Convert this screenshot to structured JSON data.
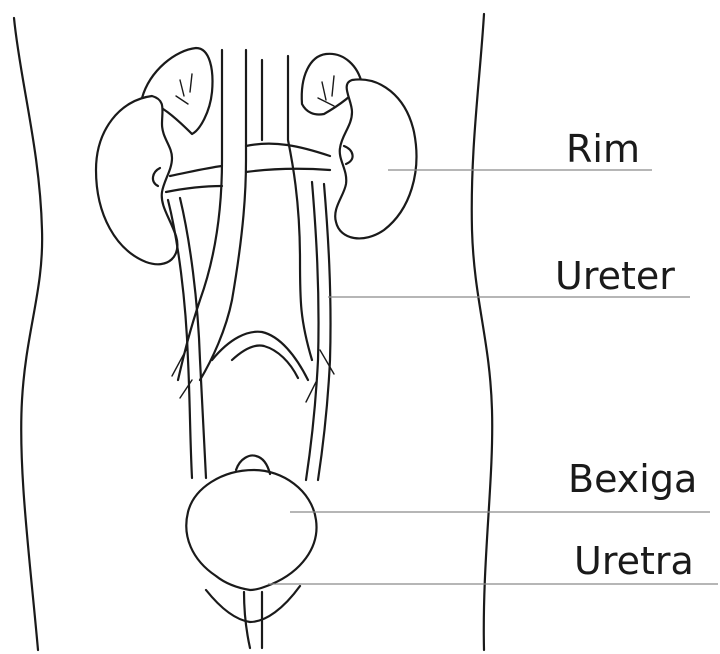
{
  "labels": {
    "kidney": "Rim",
    "ureter": "Ureter",
    "bladder": "Bexiga",
    "urethra": "Uretra"
  }
}
